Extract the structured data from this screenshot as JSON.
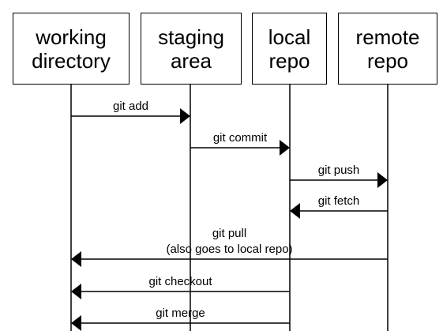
{
  "actors": [
    {
      "id": "working",
      "label_line1": "working",
      "label_line2": "directory"
    },
    {
      "id": "staging",
      "label_line1": "staging",
      "label_line2": "area"
    },
    {
      "id": "local",
      "label_line1": "local",
      "label_line2": "repo"
    },
    {
      "id": "remote",
      "label_line1": "remote",
      "label_line2": "repo"
    }
  ],
  "messages": [
    {
      "label": "git add",
      "label2": "",
      "from": "working",
      "to": "staging"
    },
    {
      "label": "git commit",
      "label2": "",
      "from": "staging",
      "to": "local"
    },
    {
      "label": "git push",
      "label2": "",
      "from": "local",
      "to": "remote"
    },
    {
      "label": "git fetch",
      "label2": "",
      "from": "remote",
      "to": "local"
    },
    {
      "label": "git pull",
      "label2": "(also goes to local repo)",
      "from": "remote",
      "to": "working"
    },
    {
      "label": "git checkout",
      "label2": "",
      "from": "local",
      "to": "working"
    },
    {
      "label": "git merge",
      "label2": "",
      "from": "local",
      "to": "working"
    }
  ],
  "colors": {
    "line": "#000000",
    "background": "#ffffff"
  }
}
